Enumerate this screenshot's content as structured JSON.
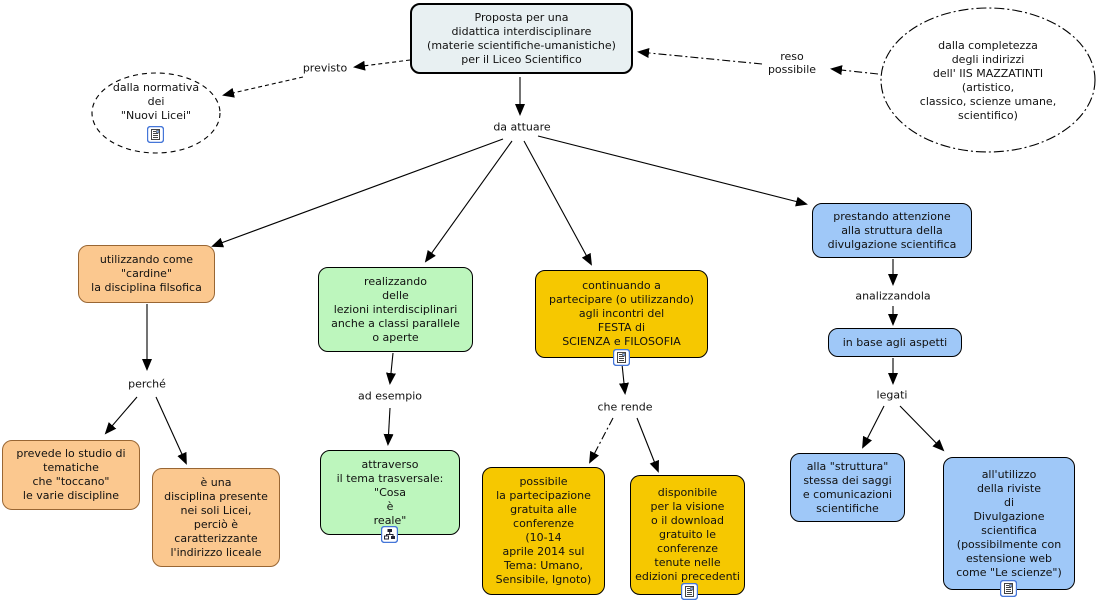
{
  "colors": {
    "main_fill": "#e8f0f2",
    "orange_fill": "#fbc88f",
    "orange_border": "#996633",
    "green_fill": "#bdf6bd",
    "yellow_fill": "#f6c800",
    "blue_fill": "#9fc8f8",
    "node_border": "#000000",
    "icon_border": "#4576d8"
  },
  "nodes": {
    "main": "Proposta per una\ndidattica interdisciplinare\n(materie scientifiche-umanistiche)\nper il Liceo Scientifico",
    "normativa": "dalla normativa\ndei\n\"Nuovi Licei\"",
    "completezza": "dalla completezza\ndegli indirizzi\ndell' IIS MAZZATINTI\n(artistico,\nclassico, scienze umane,\nscientifico)",
    "cardine": "utilizzando come\n\"cardine\"\nla disciplina filsofica",
    "studio": "prevede lo studio di\ntematiche\nche \"toccano\"\nle varie discipline",
    "disciplina": "è una\ndisciplina presente\nnei soli Licei,\nperciò è\ncaratterizzante\nl'indirizzo liceale",
    "lezioni": "realizzando\ndelle\nlezioni interdisciplinari\nanche a classi parallele\no aperte",
    "tema": "attraverso\nil tema trasversale:\n\"Cosa\nè\nreale\"",
    "festa": "continuando a\npartecipare (o utilizzando)\nagli incontri del\nFESTA di\nSCIENZA e FILOSOFIA",
    "partecipazione": "possibile\nla partecipazione\ngratuita alle\nconferenze\n(10-14\naprile 2014 sul\nTema: Umano,\nSensibile, Ignoto)",
    "download": "disponibile\nper la visione\no il download\ngratuito le\nconferenze\ntenute nelle\nedizioni precedenti",
    "divulgazione": "prestando attenzione\nalla struttura della\ndivulgazione scientifica",
    "aspetti": "in base agli aspetti",
    "struttura": "alla \"struttura\"\nstessa dei saggi\ne comunicazioni\nscientifiche",
    "riviste": "all'utilizzo\ndella riviste\ndi\nDivulgazione\nscientifica\n(possibilmente con\nestensione web\ncome \"Le scienze\")"
  },
  "labels": {
    "previsto": "previsto",
    "reso_possibile": "reso\npossibile",
    "da_attuare": "da attuare",
    "perche": "perché",
    "ad_esempio": "ad esempio",
    "che_rende": "che rende",
    "analizzandola": "analizzandola",
    "legati": "legati"
  },
  "resource_icons": [
    "document",
    "document",
    "concept-map",
    "document",
    "document"
  ]
}
